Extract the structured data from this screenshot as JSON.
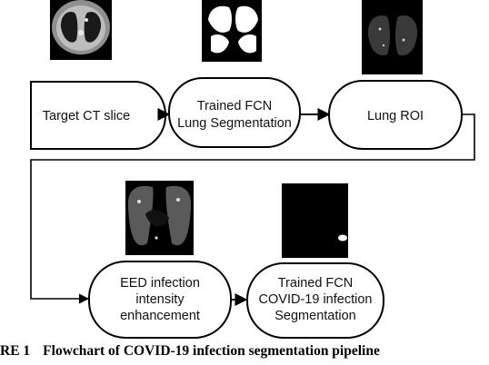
{
  "nodes": {
    "target_ct": {
      "label": "Target CT slice"
    },
    "lung_seg": {
      "lines": [
        "Trained FCN",
        "Lung Segmentation"
      ]
    },
    "lung_roi": {
      "label": "Lung ROI"
    },
    "eed": {
      "lines": [
        "EED infection",
        "intensity",
        "enhancement"
      ]
    },
    "covid_seg": {
      "lines": [
        "Trained FCN",
        "COVID-19 infection",
        "Segmentation"
      ]
    }
  },
  "caption": {
    "number": "RE 1",
    "text": "Flowchart of COVID-19 infection segmentation pipeline"
  },
  "colors": {
    "stroke": "#000000",
    "lung_tissue": "#9a9a9a",
    "background": "#000000"
  }
}
